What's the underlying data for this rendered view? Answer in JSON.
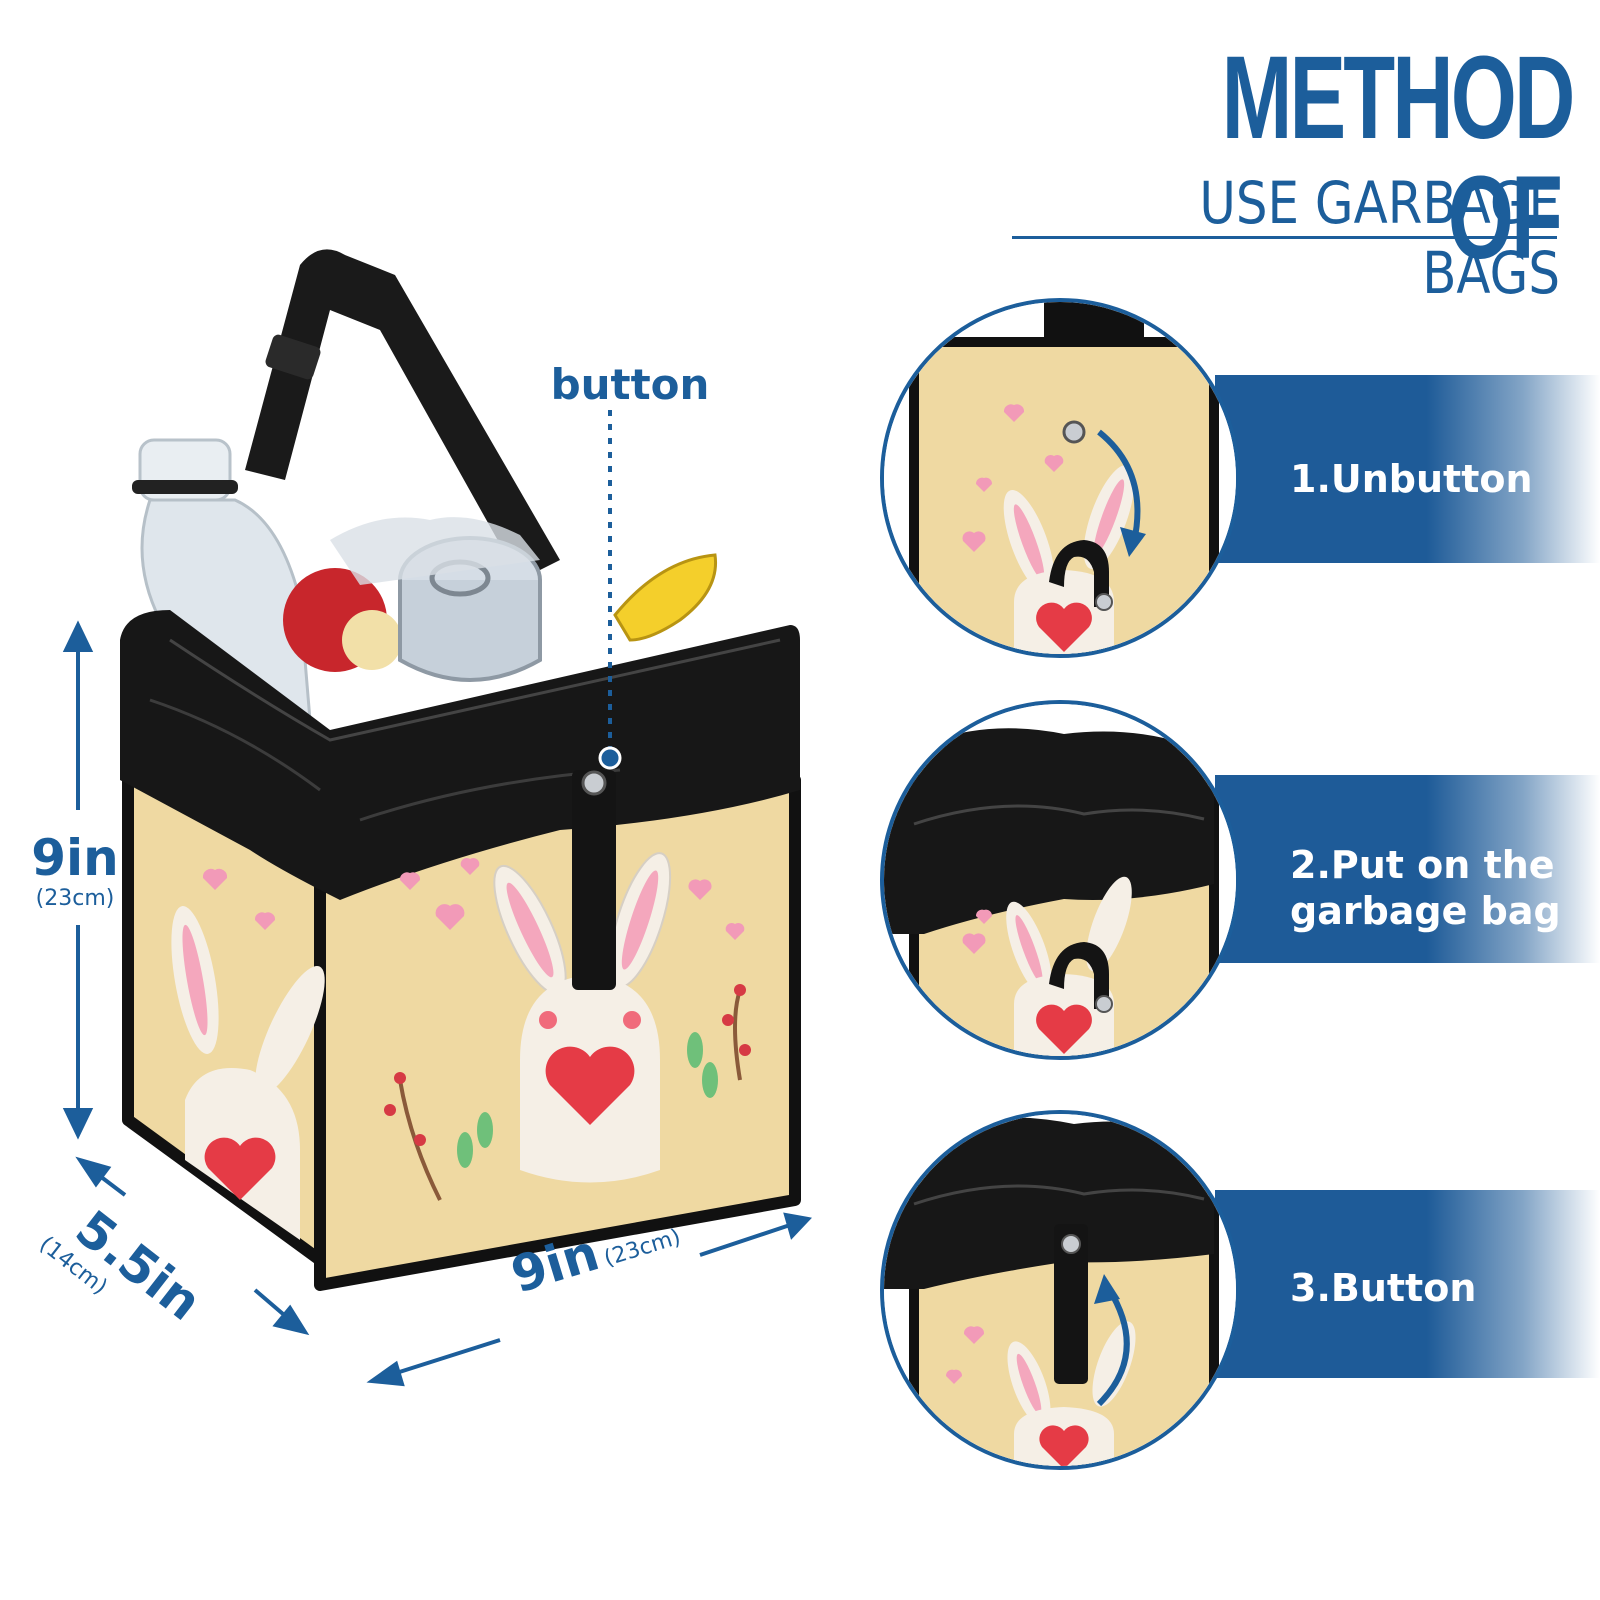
{
  "header": {
    "title_line1": "METHOD OF",
    "title_line2": "USE GARBAGE BAGS"
  },
  "callout": {
    "button_label": "button"
  },
  "dimensions": {
    "height": {
      "value": "9in",
      "metric": "(23cm)"
    },
    "depth": {
      "value": "5.5in",
      "metric": "(14cm)"
    },
    "width": {
      "value": "9in",
      "metric": "(23cm)"
    }
  },
  "steps": [
    {
      "label": "1.Unbutton"
    },
    {
      "label_line1": "2.Put on the",
      "label_line2": "garbage bag"
    },
    {
      "label": "3.Button"
    }
  ],
  "colors": {
    "brand_blue": "#1c5e9b",
    "bag_tan": "#efd9a2",
    "bag_black": "#161616",
    "heart_red": "#e53b46",
    "heart_pink": "#f29ab8"
  }
}
